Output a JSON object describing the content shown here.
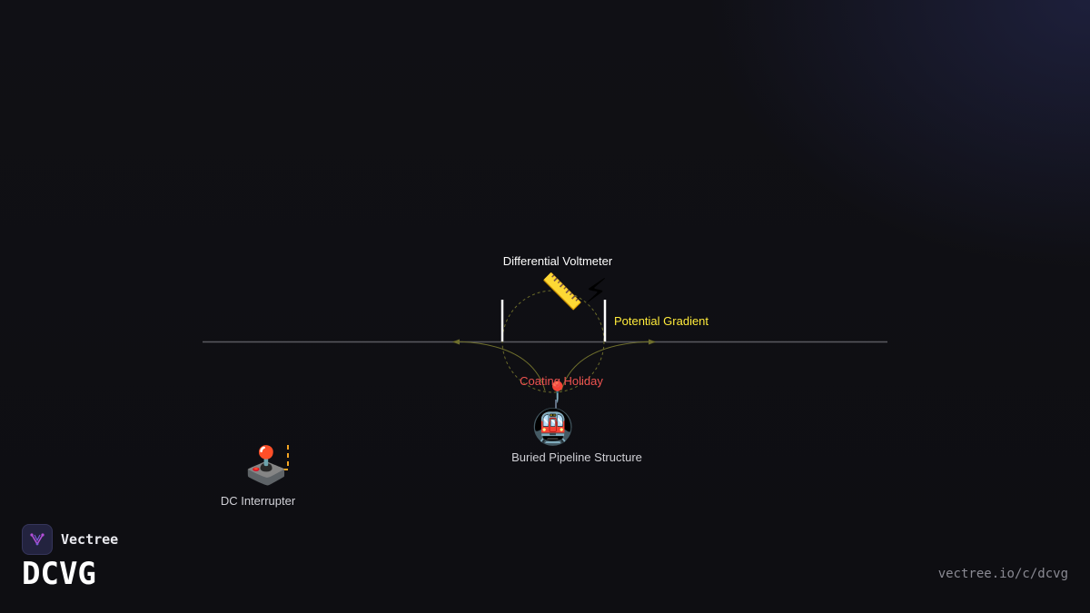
{
  "diagram": {
    "labels": {
      "voltmeter": "Differential Voltmeter",
      "gradient": "Potential Gradient",
      "holiday": "Coating Holiday",
      "structure": "Buried Pipeline Structure",
      "interrupter": "DC Interrupter"
    },
    "icons": {
      "voltmeter": "ruler-lightning-icon",
      "holiday": "map-pin-icon",
      "structure": "tram-icon",
      "interrupter": "joystick-icon"
    },
    "colors": {
      "ground_line": "#5a5a60",
      "probe": "#ffffff",
      "gradient_text": "#ffeb3b",
      "holiday_text": "#ef5350",
      "gradient_curve": "#7a7a2a",
      "interrupter_wire": "#f5a623"
    }
  },
  "brand": {
    "name": "Vectree",
    "title": "DCVG",
    "url": "vectree.io/c/dcvg"
  }
}
